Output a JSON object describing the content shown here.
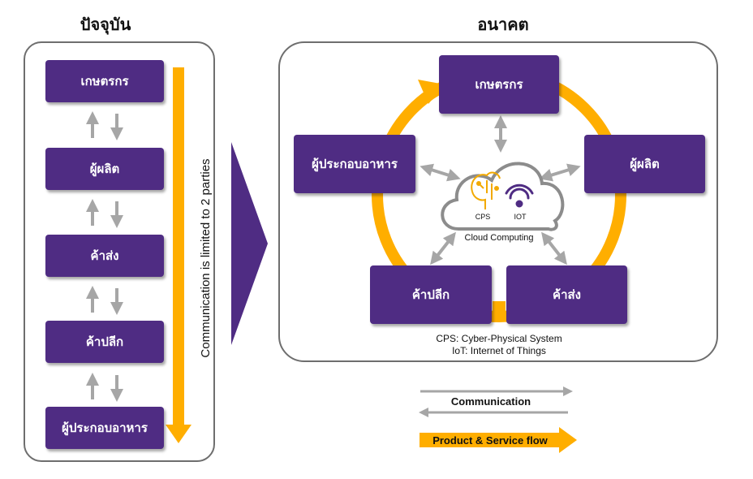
{
  "current": {
    "title": "ปัจจุบัน",
    "boxes": [
      "เกษตรกร",
      "ผู้ผลิต",
      "ค้าส่ง",
      "ค้าปลีก",
      "ผู้ประกอบอาหาร"
    ],
    "side_label": "Communication is limited to 2 parties"
  },
  "future": {
    "title": "อนาคต",
    "nodes": {
      "farmer": "เกษตรกร",
      "producer": "ผู้ผลิต",
      "wholesale": "ค้าส่ง",
      "retail": "ค้าปลีก",
      "food_operator": "ผู้ประกอบอาหาร"
    },
    "cloud_label": "Cloud Computing",
    "cps_label": "CPS",
    "iot_label": "IOT",
    "notes": [
      "CPS: Cyber-Physical System",
      "IoT: Internet of Things"
    ]
  },
  "legend": {
    "communication": "Communication",
    "flow": "Product & Service flow"
  },
  "colors": {
    "purple": "#4f2c83",
    "orange": "#ffae00",
    "gray_arrow": "#a6a6a6",
    "panel_border": "#6e6e6e"
  }
}
